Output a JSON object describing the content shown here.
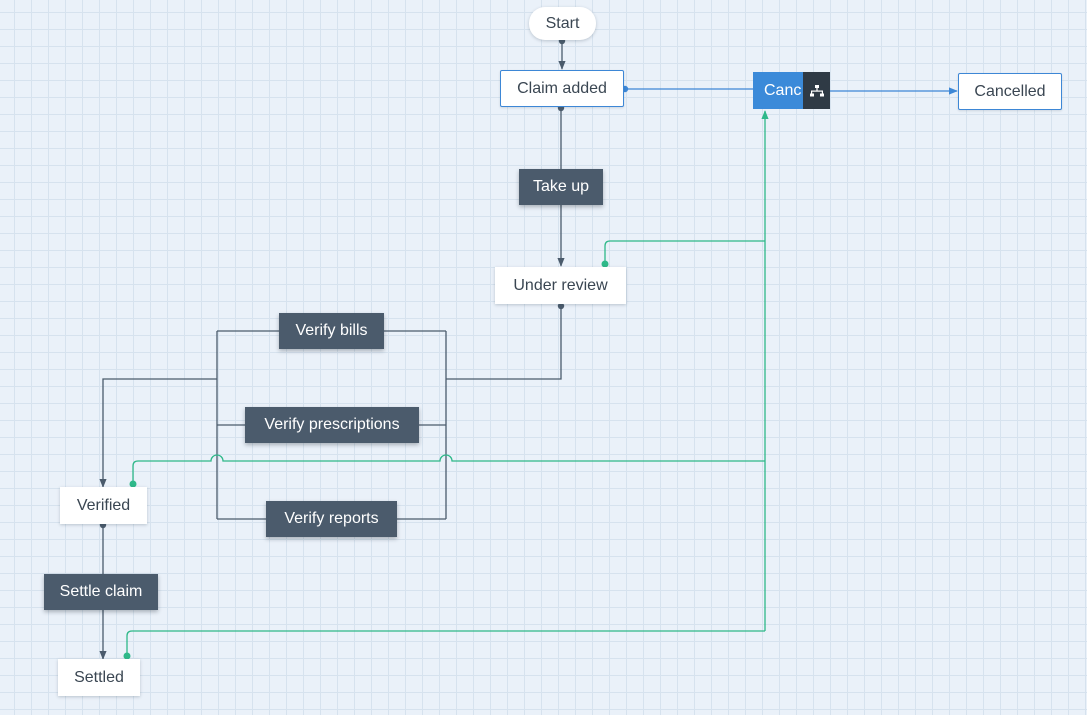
{
  "diagram": {
    "states": {
      "start": "Start",
      "claim_added": "Claim added",
      "under_review": "Under review",
      "verified": "Verified",
      "settled": "Settled",
      "cancelled": "Cancelled"
    },
    "transitions": {
      "take_up": "Take up",
      "verify_bills": "Verify bills",
      "verify_prescriptions": "Verify prescriptions",
      "verify_reports": "Verify reports",
      "settle_claim": "Settle claim",
      "cancel": "Canc"
    },
    "toolbar_icon": "hierarchy-icon",
    "colors": {
      "transition_fill": "#4b5b6c",
      "selected_fill": "#3b8ad9",
      "selected_border": "#3d87d6",
      "edge_default": "#4b5b6c",
      "edge_cancel": "#2eb889",
      "edge_selected": "#3d87d6",
      "canvas": "#eaf1f9"
    }
  }
}
